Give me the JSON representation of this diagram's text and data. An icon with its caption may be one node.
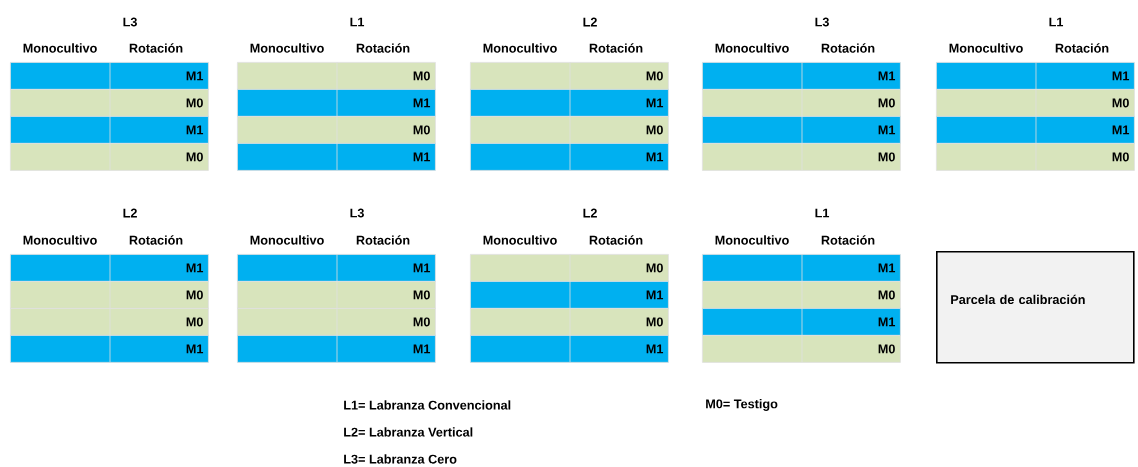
{
  "diagram": {
    "nodes": [
      {
        "text": [
          "L3",
          "Monocultivo",
          "Rotación"
        ]
      },
      {
        "text": [
          "M1"
        ]
      },
      {
        "text": [
          "M0"
        ]
      },
      {
        "text": [
          "M1"
        ]
      },
      {
        "text": [
          "M0"
        ]
      },
      {
        "text": [
          "L1",
          "Monocultivo",
          "Rotación"
        ]
      },
      {
        "text": [
          "M0"
        ]
      },
      {
        "text": [
          "M1"
        ]
      },
      {
        "text": [
          "M0"
        ]
      },
      {
        "text": [
          "M1"
        ]
      },
      {
        "text": [
          "L2",
          "Monocultivo",
          "Rotación"
        ]
      },
      {
        "text": [
          "M0"
        ]
      },
      {
        "text": [
          "M1"
        ]
      },
      {
        "text": [
          "M0"
        ]
      },
      {
        "text": [
          "M1"
        ]
      },
      {
        "text": [
          "L3",
          "Monocultivo",
          "Rotación"
        ]
      },
      {
        "text": [
          "M1"
        ]
      },
      {
        "text": [
          "M0"
        ]
      },
      {
        "text": [
          "M1"
        ]
      },
      {
        "text": [
          "M0"
        ]
      },
      {
        "text": [
          "L1",
          "Monocultivo",
          "Rotación"
        ]
      },
      {
        "text": [
          "M1"
        ]
      },
      {
        "text": [
          "M0"
        ]
      },
      {
        "text": [
          "M1"
        ]
      },
      {
        "text": [
          "M0"
        ]
      },
      {
        "text": [
          "L2",
          "Monocultivo",
          "Rotación"
        ]
      },
      {
        "text": [
          "M1"
        ]
      },
      {
        "text": [
          "M0"
        ]
      },
      {
        "text": [
          "M0"
        ]
      },
      {
        "text": [
          "M1"
        ]
      },
      {
        "text": [
          "L3",
          "Monocultivo",
          "Rotación"
        ]
      },
      {
        "text": [
          "M1"
        ]
      },
      {
        "text": [
          "M0"
        ]
      },
      {
        "text": [
          "M0"
        ]
      },
      {
        "text": [
          "M1"
        ]
      },
      {
        "text": [
          "L2",
          "Monocultivo",
          "Rotación"
        ]
      },
      {
        "text": [
          "M0"
        ]
      },
      {
        "text": [
          "M1"
        ]
      },
      {
        "text": [
          "M0"
        ]
      },
      {
        "text": [
          "M1"
        ]
      },
      {
        "text": [
          "L1",
          "Monocultivo",
          "Rotación"
        ]
      },
      {
        "text": [
          "M1"
        ]
      },
      {
        "text": [
          "M0"
        ]
      },
      {
        "text": [
          "M1"
        ]
      },
      {
        "text": [
          "M0"
        ]
      },
      {
        "text": [
          "Parcela de calibración"
        ]
      }
    ],
    "labels": [
      "L1= Labranza Convencional",
      "M0= Testigo",
      "L2= Labranza Vertical",
      "L3= Labranza Cero"
    ]
  }
}
